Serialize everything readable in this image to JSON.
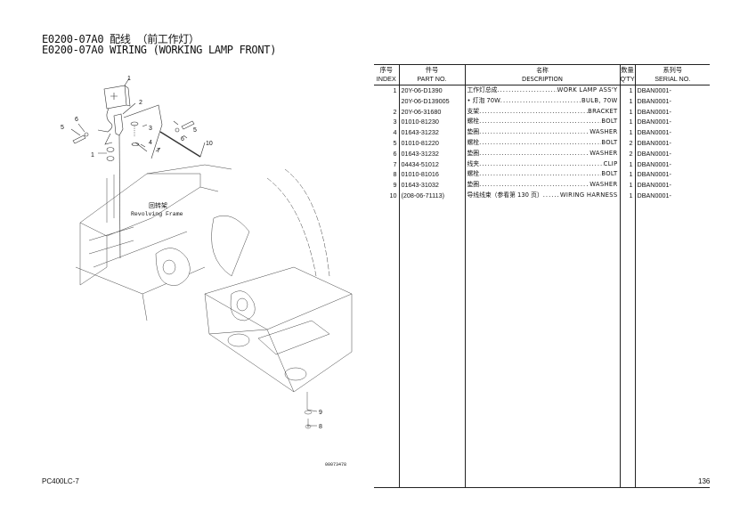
{
  "title": {
    "line1": "E0200-07A0 配线 （前工作灯）",
    "line2": "E0200-07A0 WIRING (WORKING LAMP FRONT)"
  },
  "diagram": {
    "callouts": [
      "1",
      "2",
      "3",
      "4",
      "5",
      "6",
      "5",
      "6",
      "7",
      "10",
      "1",
      "9",
      "8"
    ],
    "frame_label_zh": "回转架",
    "frame_label_en": "Revolving Frame",
    "drawing_number": "00073478"
  },
  "table": {
    "headers": [
      {
        "zh": "序号",
        "en": "INDEX"
      },
      {
        "zh": "件号",
        "en": "PART NO."
      },
      {
        "zh": "名称",
        "en": "DESCRIPTION"
      },
      {
        "zh": "数量",
        "en": "Q'TY"
      },
      {
        "zh": "系列号",
        "en": "SERIAL NO."
      }
    ],
    "rows": [
      {
        "index": "1",
        "part": "20Y-06-D1390",
        "zh": "工作灯总成",
        "en": "WORK LAMP ASS'Y",
        "qty": "1",
        "serial": "DBAN0001-"
      },
      {
        "index": "",
        "part": "20Y-06-D139005",
        "zh": "• 灯泡 70W",
        "en": "BULB, 70W",
        "qty": "1",
        "serial": "DBAN0001-"
      },
      {
        "index": "2",
        "part": "20Y-06-31680",
        "zh": "支架",
        "en": "BRACKET",
        "qty": "1",
        "serial": "DBAN0001-"
      },
      {
        "index": "3",
        "part": "01010-81230",
        "zh": "螺栓",
        "en": "BOLT",
        "qty": "1",
        "serial": "DBAN0001-"
      },
      {
        "index": "4",
        "part": "01643-31232",
        "zh": "垫圈",
        "en": "WASHER",
        "qty": "1",
        "serial": "DBAN0001-"
      },
      {
        "index": "5",
        "part": "01010-81220",
        "zh": "螺栓",
        "en": "BOLT",
        "qty": "2",
        "serial": "DBAN0001-"
      },
      {
        "index": "6",
        "part": "01643-31232",
        "zh": "垫圈",
        "en": "WASHER",
        "qty": "2",
        "serial": "DBAN0001-"
      },
      {
        "index": "7",
        "part": "04434-51012",
        "zh": "线夹",
        "en": "CLIP",
        "qty": "1",
        "serial": "DBAN0001-"
      },
      {
        "index": "8",
        "part": "01010-81016",
        "zh": "螺栓",
        "en": "BOLT",
        "qty": "1",
        "serial": "DBAN0001-"
      },
      {
        "index": "9",
        "part": "01643-31032",
        "zh": "垫圈",
        "en": "WASHER",
        "qty": "1",
        "serial": "DBAN0001-"
      },
      {
        "index": "10",
        "part": "(208-06-71113)",
        "zh": "导线线束（参看第 130 页）",
        "en": "WIRING HARNESS",
        "qty": "1",
        "serial": "DBAN0001-"
      }
    ]
  },
  "footer": {
    "model": "PC400LC-7",
    "page": "136"
  }
}
